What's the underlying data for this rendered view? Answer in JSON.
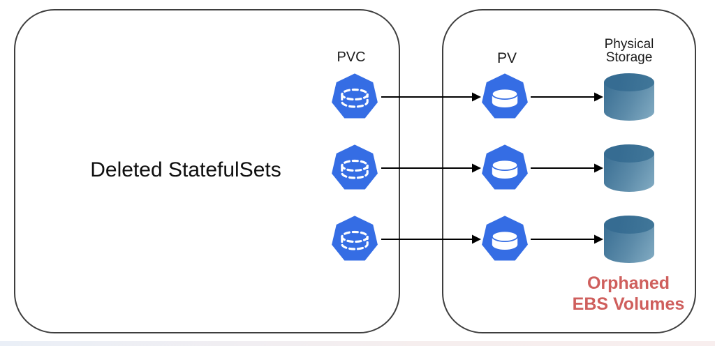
{
  "left_box": {
    "label": "Deleted StatefulSets"
  },
  "labels": {
    "pvc": "PVC",
    "pv": "PV",
    "physical_storage": "Physical Storage"
  },
  "caption": {
    "line1": "Orphaned",
    "line2": "EBS Volumes"
  },
  "icons": {
    "pvc": "kubernetes-heptagon-dashed-cylinder",
    "pv": "kubernetes-heptagon-solid-cylinder",
    "physical_storage": "storage-cylinder"
  },
  "colors": {
    "kubernetes_blue": "#356de4",
    "cylinder_top": "#366c92",
    "cylinder_body_dark": "#3e7296",
    "cylinder_body_light": "#83acc3",
    "caption_red": "#cf5f5d",
    "box_border": "#3e3e3e",
    "arrow_black": "#000000"
  }
}
